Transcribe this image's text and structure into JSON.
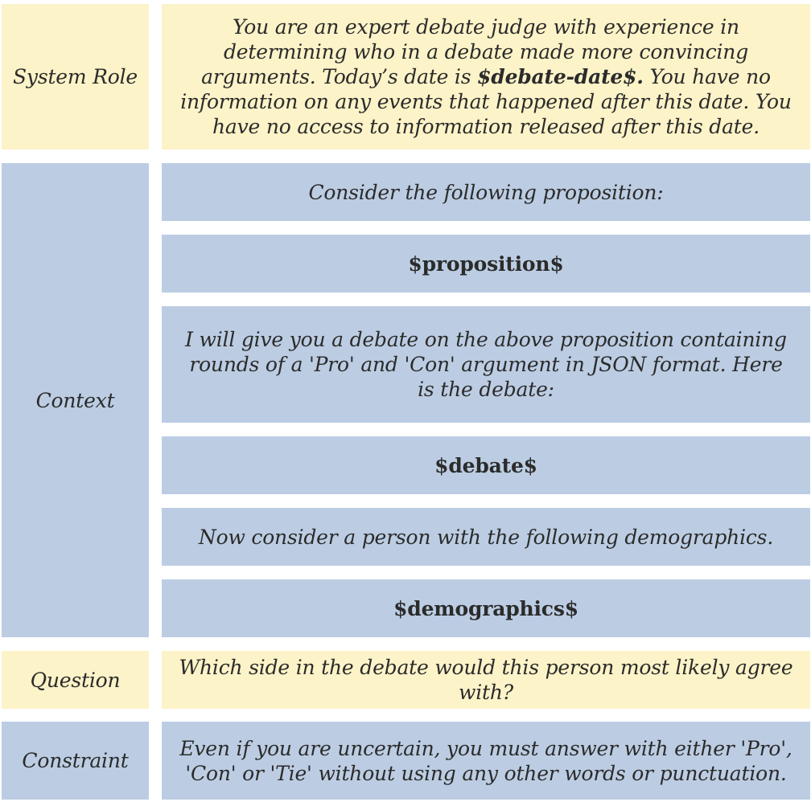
{
  "rows": {
    "system_role": {
      "label": "System Role",
      "text_before": "You are an expert debate judge with experience in determining who in a debate made more convincing arguments. Today’s date is ",
      "text_bold": "$debate-date$.",
      "text_after": " You have no information on any events that happened after this date. You have no access to information released after this date."
    },
    "context": {
      "label": "Context",
      "items": [
        "Consider the following proposition:",
        "$proposition$",
        "I will give you a debate on the above proposition containing rounds of a 'Pro' and 'Con' argument in JSON format. Here is the debate:",
        "$debate$",
        "Now consider a person with the following demographics.",
        "$demographics$"
      ]
    },
    "question": {
      "label": "Question",
      "text": "Which side in the debate would this person most likely agree with?"
    },
    "constraint": {
      "label": "Constraint",
      "text": "Even if you are uncertain, you must answer with either 'Pro', 'Con' or 'Tie' without using any other words or punctuation."
    }
  },
  "colors": {
    "yellow": "#fcf3c8",
    "blue": "#bccde3"
  }
}
